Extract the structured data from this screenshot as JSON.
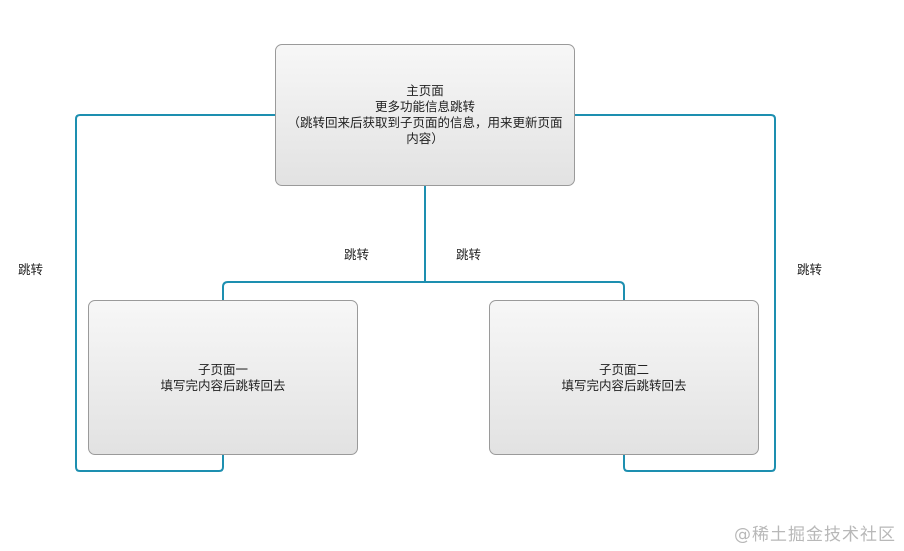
{
  "main_box": {
    "line1": "主页面",
    "line2": "更多功能信息跳转",
    "line3": "（跳转回来后获取到子页面的信息，用来更新页面",
    "line4": "内容）"
  },
  "sub_box_1": {
    "line1": "子页面一",
    "line2": "填写完内容后跳转回去"
  },
  "sub_box_2": {
    "line1": "子页面二",
    "line2": "填写完内容后跳转回去"
  },
  "edge_labels": {
    "left_outer": "跳转",
    "left_inner": "跳转",
    "right_inner": "跳转",
    "right_outer": "跳转"
  },
  "watermark": "@稀土掘金技术社区",
  "colors": {
    "connector": "#1d8fb0",
    "box_border": "#9a9a9a"
  }
}
